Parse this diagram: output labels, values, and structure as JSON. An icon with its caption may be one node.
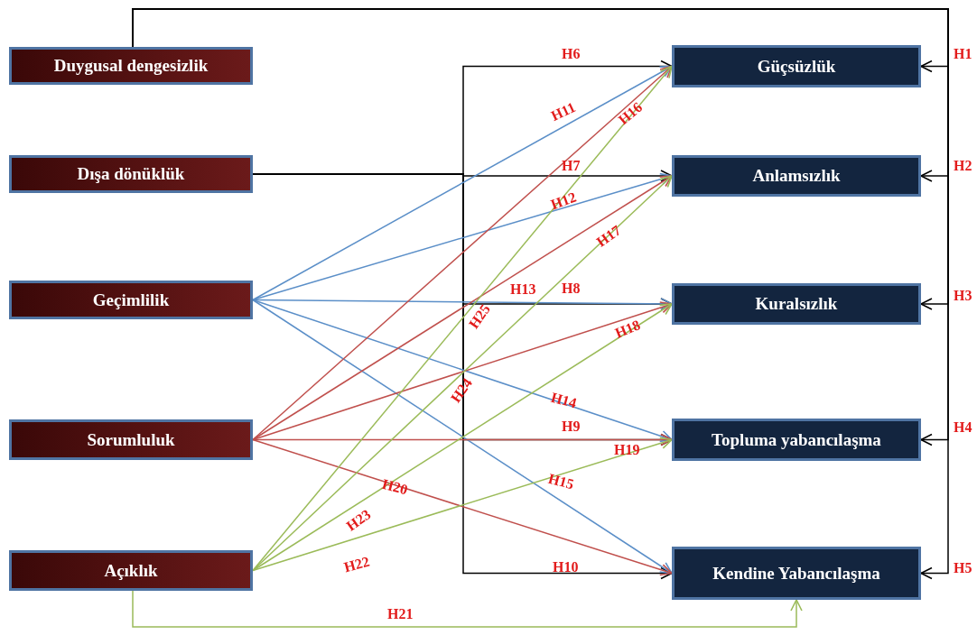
{
  "diagram": {
    "nodes": [
      {
        "text": [
          "Duygusal dengesizlik"
        ]
      },
      {
        "text": [
          "Dışa dönüklük"
        ]
      },
      {
        "text": [
          "Geçimlilik"
        ]
      },
      {
        "text": [
          "Sorumluluk"
        ]
      },
      {
        "text": [
          "Açıklık"
        ]
      },
      {
        "text": [
          "Güçsüzlük"
        ]
      },
      {
        "text": [
          "Anlamsızlık"
        ]
      },
      {
        "text": [
          "Kuralsızlık"
        ]
      },
      {
        "text": [
          "Topluma yabancılaşma"
        ]
      },
      {
        "text": [
          "Kendine Yabancılaşma"
        ]
      }
    ],
    "edges": [
      {
        "from": 0,
        "to": 5,
        "arrow": "to",
        "label": "H1"
      },
      {
        "from": 0,
        "to": 6,
        "arrow": "to",
        "label": "H2"
      },
      {
        "from": 0,
        "to": 7,
        "arrow": "to",
        "label": "H3"
      },
      {
        "from": 0,
        "to": 8,
        "arrow": "to",
        "label": "H4"
      },
      {
        "from": 0,
        "to": 9,
        "arrow": "to",
        "label": "H5"
      },
      {
        "from": 1,
        "to": 5,
        "arrow": "to",
        "label": "H6"
      },
      {
        "from": 1,
        "to": 6,
        "arrow": "to",
        "label": "H7"
      },
      {
        "from": 1,
        "to": 7,
        "arrow": "to",
        "label": "H8"
      },
      {
        "from": 1,
        "to": 8,
        "arrow": "to",
        "label": "H9"
      },
      {
        "from": 1,
        "to": 9,
        "arrow": "to",
        "label": "H10"
      },
      {
        "from": 2,
        "to": 5,
        "arrow": "to",
        "label": "H11",
        "color": "#5b8fc8"
      },
      {
        "from": 2,
        "to": 6,
        "arrow": "to",
        "label": "H12",
        "color": "#5b8fc8"
      },
      {
        "from": 2,
        "to": 7,
        "arrow": "to",
        "label": "H13",
        "color": "#5b8fc8"
      },
      {
        "from": 2,
        "to": 8,
        "arrow": "to",
        "label": "H14",
        "color": "#5b8fc8"
      },
      {
        "from": 2,
        "to": 9,
        "arrow": "to",
        "label": "H15",
        "color": "#5b8fc8"
      },
      {
        "from": 3,
        "to": 5,
        "arrow": "to",
        "label": "H16",
        "color": "#c0504d"
      },
      {
        "from": 3,
        "to": 6,
        "arrow": "to",
        "label": "H17",
        "color": "#c0504d"
      },
      {
        "from": 3,
        "to": 7,
        "arrow": "to",
        "label": "H18",
        "color": "#c0504d"
      },
      {
        "from": 3,
        "to": 8,
        "arrow": "to",
        "label": "H19",
        "color": "#c0504d"
      },
      {
        "from": 3,
        "to": 9,
        "arrow": "to",
        "label": "H20",
        "color": "#c0504d"
      },
      {
        "from": 4,
        "to": 9,
        "arrow": "to",
        "label": "H21",
        "color": "#9bbb59"
      },
      {
        "from": 4,
        "to": 8,
        "arrow": "to",
        "label": "H22",
        "color": "#9bbb59"
      },
      {
        "from": 4,
        "to": 7,
        "arrow": "to",
        "label": "H23",
        "color": "#9bbb59"
      },
      {
        "from": 4,
        "to": 6,
        "arrow": "to",
        "label": "H24",
        "color": "#9bbb59"
      },
      {
        "from": 4,
        "to": 5,
        "arrow": "to",
        "label": "H25",
        "color": "#9bbb59"
      }
    ]
  }
}
